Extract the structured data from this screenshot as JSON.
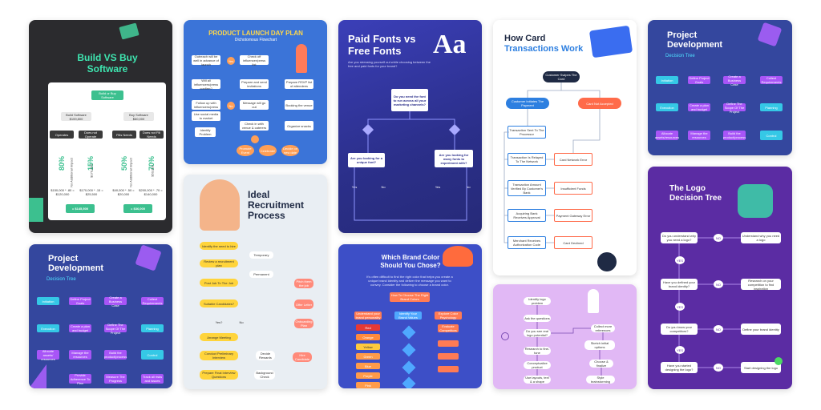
{
  "c1": {
    "title": "Build VS Buy Software",
    "root": "Build or Buy Software",
    "build": "Build Software $159,800",
    "buy": "Buy Software $60,000",
    "l1": "Operates",
    "l2": "Does not Operate",
    "l3": "Fills Needs",
    "l4": "Does not Fill Needs",
    "p1": "80%",
    "p2": "15%",
    "p3": "50%",
    "p4": "70%",
    "r1": "No Additional Impact",
    "r2": "$170,000",
    "r3": "No Additional Impact",
    "r4": "$50,000",
    "e1": "$150,000 * .80 = $120,000",
    "e2": "$170,000 * .15 = $25,500",
    "e3": "$40,000 * .50 = $20,000",
    "e4": "$200,000 * .70 = $140,000",
    "t1": "= $145,500",
    "t2": "= $36,000"
  },
  "c2": {
    "title": "PRODUCT LAUNCH DAY PLAN",
    "subtitle": "Dichotomous Flowchart",
    "nodes": [
      "Outreach will be well in advance of launch",
      "Check off influencer/press list",
      "Will all influencers/press confirm?",
      "Prepare and send invitations",
      "Prepare RSVP list of attendees",
      "Follow up with influencers/press",
      "Prepare the attendees, staff, and venue",
      "Message will go out",
      "Booking the venue",
      "Use social media to market",
      "Is the event scheduled?",
      "Check in with venue & caterers",
      "Organize snacks",
      "Is the event going as planned?",
      "Decide on new date",
      "Promote Event",
      "Celebrate!",
      "Identify Problem"
    ],
    "yes": "Yes",
    "no": "No"
  },
  "c3": {
    "title": "Paid Fonts vs Free Fonts",
    "intro": "Are you stressing yourself out while choosing between the free and paid fonts for your brand?",
    "q": "Do you need the font to run across all your marketing channels?",
    "q2": "Are you looking for a unique font?",
    "q3": "Are you looking for many fonts to experiment with?",
    "yes": "Yes",
    "no": "No",
    "aa": "Aa"
  },
  "c4": {
    "title1": "How Card",
    "title2": "Transactions Work",
    "root": "Customer Swipes The Card",
    "left": "Customer Initiates The Payment",
    "right": "Card Not Accepted",
    "steps_l": [
      "Transaction Sent To The Processor",
      "Transaction Is Relayed To The Network",
      "Transaction Amount Verified By Customer's Bank",
      "Acquiring Bank Receives Approval",
      "Merchant Receives Authorization Code"
    ],
    "steps_r": [
      "Card Network Error",
      "Insufficient Funds",
      "Payment Gateway Error",
      "Card Declined"
    ]
  },
  "c5": {
    "title1": "Project",
    "title2": "Development",
    "subtitle": "Decision Tree",
    "row1": [
      "Initiation",
      "Define Project Goals",
      "Create a Business Case",
      "Collect Requirements"
    ],
    "row2": [
      "Execution",
      "Create a plan and budget",
      "Define The Scope Of The Project",
      "Planning"
    ],
    "row3": [
      "Allocate assets/resources",
      "Manage the resources",
      "Build the product/process",
      "Control"
    ]
  },
  "c6": {
    "title1": "Ideal",
    "title2": "Recruitment",
    "title3": "Process",
    "nodes": [
      "Identify the need to hire",
      "Review a recruitment plan",
      "Post Job To The Job",
      "Suitable Candidates?",
      "Yes?",
      "Arrange Meeting",
      "Conduct Preliminary Interview",
      "Prepare Final Interview Questions",
      "Temporary",
      "Permanent",
      "Pitch them the job",
      "Offer Letter",
      "Onboarding Plan",
      "Decide Rewards",
      "Hire Candidate",
      "Background Check"
    ],
    "no": "No"
  },
  "c7": {
    "title1": "Project",
    "title2": "Development",
    "subtitle": "Decision Tree",
    "row1": [
      "Initiation",
      "Define Project Goals",
      "Create a Business Case",
      "Collect Requirements"
    ],
    "row2": [
      "Execution",
      "Create a plan and budget",
      "Define The Scope Of The Project",
      "Planning"
    ],
    "row3": [
      "Allocate assets/ resources",
      "Manage the resources",
      "Build the product/process",
      "Control"
    ],
    "row4": [
      "Provide Adherence To Plan",
      "Measure The Progress",
      "Track all risks and issues"
    ]
  },
  "c8": {
    "title1": "Which Brand Color",
    "title2": "Should You Chose?",
    "intro": "It's often difficult to find the right color that helps you create a unique brand identity and deliver the message you want to convey. Consider the following to choose a brand color.",
    "root": "How To Choose The Right Brand Colors",
    "nodes": [
      "Understand your brand personality",
      "Red",
      "Orange",
      "Yellow",
      "Green",
      "Blue",
      "Purple",
      "Pink",
      "Identify Your Brand Values",
      "Explore Color Psychology",
      "Evaluate Competitors"
    ]
  },
  "c9": {
    "nodes": [
      "Identify logo problem",
      "Ask the questions",
      "Do you see real logo potential?",
      "Research to fine-tune",
      "Lock logo expectations",
      "Conceptualize product",
      "Use layouts, text & a shape",
      "Collect more references",
      "Sketch initial options",
      "Rework concepts",
      "Choose & finalize",
      "Style brainstorming"
    ]
  },
  "c10": {
    "title1": "The Logo",
    "title2": "Decision Tree",
    "q1": "Do you understand why you need a logo?",
    "a1": "Understand why you need a logo",
    "q2": "Have you defined your brand identity?",
    "a2": "Research on your competition to find inspiration",
    "q3": "Do you know your competitors?",
    "a3": "Define your brand identity",
    "q4": "Have you started designing the logo?",
    "a4": "Start designing the logo",
    "yes": "YES",
    "no": "NO"
  }
}
